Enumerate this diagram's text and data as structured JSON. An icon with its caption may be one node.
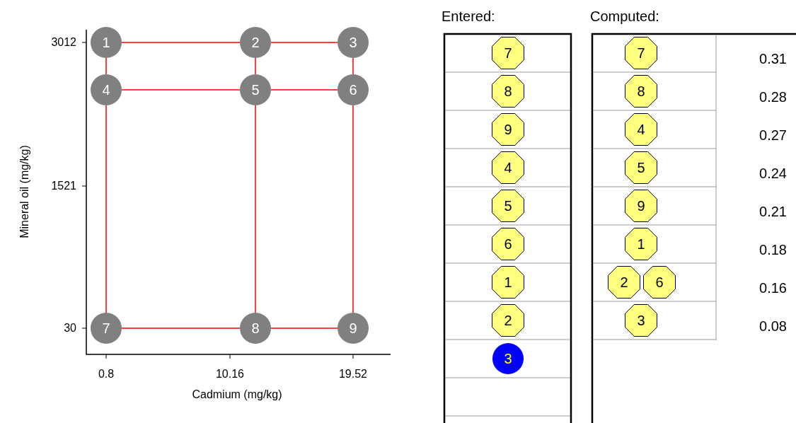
{
  "diagram": {
    "nodes": [
      {
        "text": [
          "1"
        ]
      },
      {
        "text": [
          "2"
        ]
      },
      {
        "text": [
          "3"
        ]
      },
      {
        "text": [
          "4"
        ]
      },
      {
        "text": [
          "5"
        ]
      },
      {
        "text": [
          "6"
        ]
      },
      {
        "text": [
          "7"
        ]
      },
      {
        "text": [
          "8"
        ]
      },
      {
        "text": [
          "9"
        ]
      },
      {
        "text": [
          "7"
        ]
      },
      {
        "text": [
          "8"
        ]
      },
      {
        "text": [
          "9"
        ]
      },
      {
        "text": [
          "4"
        ]
      },
      {
        "text": [
          "5"
        ]
      },
      {
        "text": [
          "6"
        ]
      },
      {
        "text": [
          "1"
        ]
      },
      {
        "text": [
          "2"
        ]
      },
      {
        "text": [
          "3"
        ]
      },
      {
        "text": [
          "7"
        ]
      },
      {
        "text": [
          "8"
        ]
      },
      {
        "text": [
          "4"
        ]
      },
      {
        "text": [
          "5"
        ]
      },
      {
        "text": [
          "9"
        ]
      },
      {
        "text": [
          "1"
        ]
      },
      {
        "text": [
          "2"
        ]
      },
      {
        "text": [
          "6"
        ]
      },
      {
        "text": [
          "3"
        ]
      }
    ],
    "edges": [
      {
        "from": 0,
        "to": 1,
        "arrow": "none"
      },
      {
        "from": 1,
        "to": 2,
        "arrow": "none"
      },
      {
        "from": 3,
        "to": 4,
        "arrow": "none"
      },
      {
        "from": 4,
        "to": 5,
        "arrow": "none"
      },
      {
        "from": 6,
        "to": 7,
        "arrow": "none"
      },
      {
        "from": 7,
        "to": 8,
        "arrow": "none"
      },
      {
        "from": 0,
        "to": 3,
        "arrow": "none"
      },
      {
        "from": 3,
        "to": 6,
        "arrow": "none"
      },
      {
        "from": 1,
        "to": 4,
        "arrow": "none"
      },
      {
        "from": 4,
        "to": 7,
        "arrow": "none"
      },
      {
        "from": 2,
        "to": 5,
        "arrow": "none"
      },
      {
        "from": 5,
        "to": 8,
        "arrow": "none"
      }
    ],
    "labels": [
      "3012",
      "1521",
      "30",
      "Mineral oil (mg/kg)",
      "0.8",
      "10.16",
      "19.52",
      "Cadmium (mg/kg)",
      "Entered:",
      "Computed:",
      "0.31",
      "0.28",
      "0.27",
      "0.24",
      "0.21",
      "0.18",
      "0.16",
      "0.08"
    ]
  }
}
